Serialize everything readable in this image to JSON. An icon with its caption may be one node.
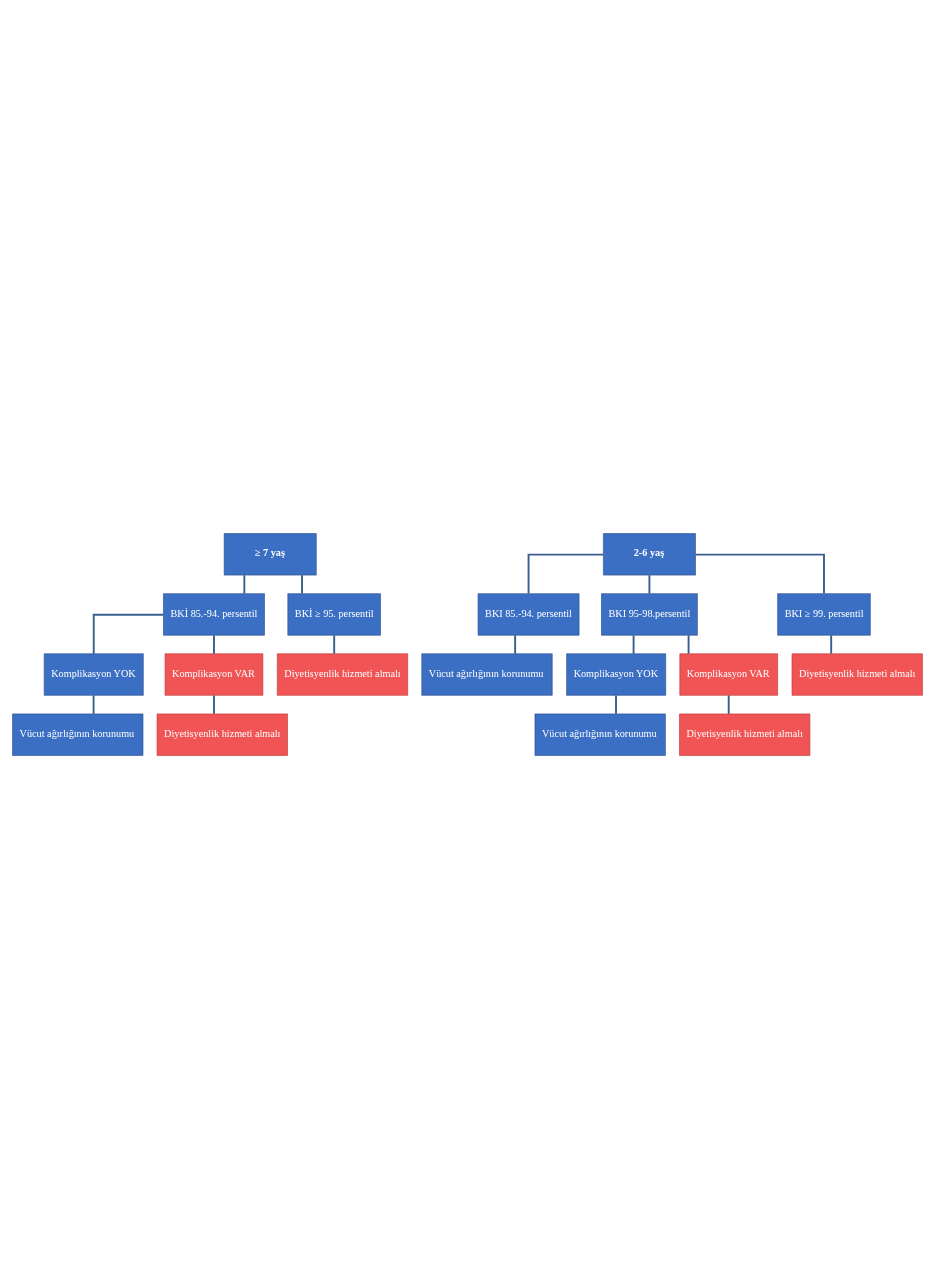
{
  "diagram": {
    "nodes": [
      {
        "text": [
          "≥ 7 yaş"
        ]
      },
      {
        "text": [
          "BKİ 85.-94. persentil"
        ]
      },
      {
        "text": [
          "BKİ ≥ 95. persentil"
        ]
      },
      {
        "text": [
          "Komplikasyon YOK"
        ]
      },
      {
        "text": [
          "Komplikasyon VAR"
        ]
      },
      {
        "text": [
          "Diyetisyenlik hizmeti almalı"
        ]
      },
      {
        "text": [
          "Vücut ağırlığının korunumu"
        ]
      },
      {
        "text": [
          "Diyetisyenlik hizmeti almalı"
        ]
      },
      {
        "text": [
          "2-6 yaş"
        ]
      },
      {
        "text": [
          "BKI 85.-94. persentil"
        ]
      },
      {
        "text": [
          "BKI 95-98.persentil"
        ]
      },
      {
        "text": [
          "BKI ≥ 99. persentil"
        ]
      },
      {
        "text": [
          "Vücut ağırlığının korunumu"
        ]
      },
      {
        "text": [
          "Komplikasyon YOK"
        ]
      },
      {
        "text": [
          "Komplikasyon VAR"
        ]
      },
      {
        "text": [
          "Diyetisyenlik hizmeti almalı"
        ]
      },
      {
        "text": [
          "Vücut ağırlığının korunumu"
        ]
      },
      {
        "text": [
          "Diyetisyenlik hizmeti almalı"
        ]
      }
    ],
    "edges": [
      {
        "from": 0,
        "to": 1,
        "arrow": "none"
      },
      {
        "from": 0,
        "to": 2,
        "arrow": "none"
      },
      {
        "from": 1,
        "to": 3,
        "arrow": "none"
      },
      {
        "from": 1,
        "to": 4,
        "arrow": "none"
      },
      {
        "from": 2,
        "to": 5,
        "arrow": "none"
      },
      {
        "from": 3,
        "to": 6,
        "arrow": "none"
      },
      {
        "from": 4,
        "to": 7,
        "arrow": "none"
      },
      {
        "from": 8,
        "to": 9,
        "arrow": "none"
      },
      {
        "from": 8,
        "to": 10,
        "arrow": "none"
      },
      {
        "from": 8,
        "to": 11,
        "arrow": "none"
      },
      {
        "from": 9,
        "to": 12,
        "arrow": "none"
      },
      {
        "from": 10,
        "to": 13,
        "arrow": "none"
      },
      {
        "from": 10,
        "to": 14,
        "arrow": "none"
      },
      {
        "from": 11,
        "to": 15,
        "arrow": "none"
      },
      {
        "from": 13,
        "to": 16,
        "arrow": "none"
      },
      {
        "from": 14,
        "to": 17,
        "arrow": "none"
      }
    ]
  }
}
